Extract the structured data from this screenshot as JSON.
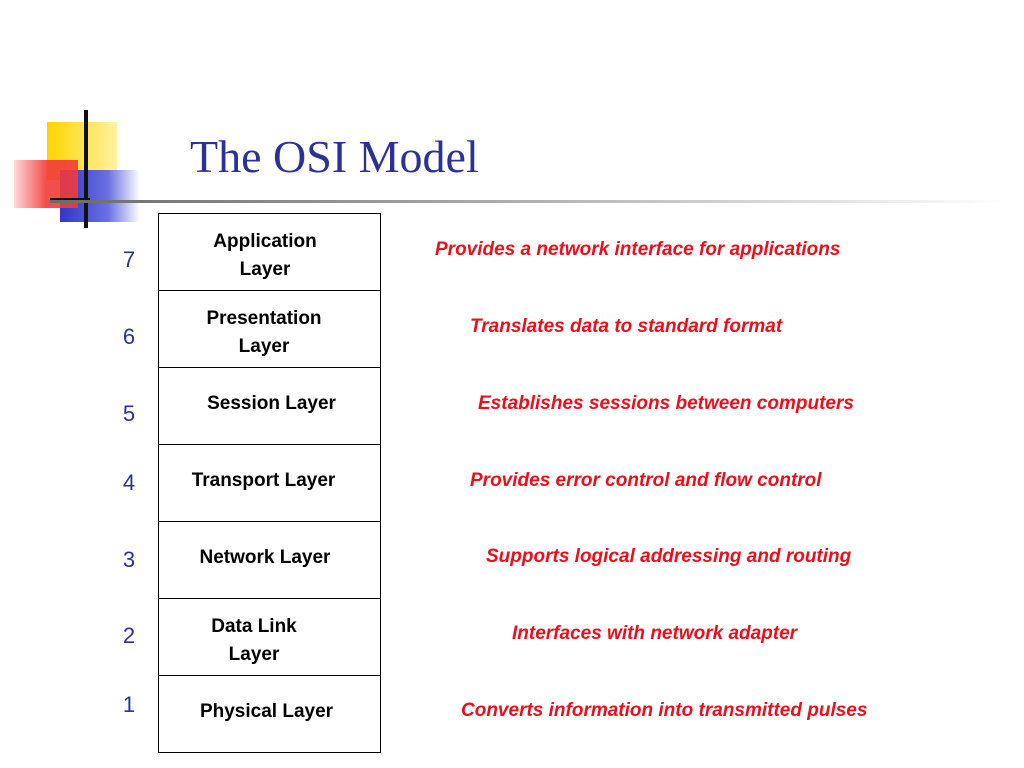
{
  "slide": {
    "title": "The OSI Model"
  },
  "colors": {
    "title": "#2b3196",
    "number": "#2b3196",
    "description": "#e8101c",
    "logo_yellow": "#ffd400",
    "logo_blue": "#2f35c8",
    "logo_red": "#f23a3a"
  },
  "layers": [
    {
      "number": "7",
      "name_line1": "Application",
      "name_line2": "Layer",
      "description": "Provides a network interface for applications"
    },
    {
      "number": "6",
      "name_line1": "Presentation",
      "name_line2": "Layer",
      "description": "Translates data to standard format"
    },
    {
      "number": "5",
      "name_line1": "Session Layer",
      "name_line2": "",
      "description": "Establishes sessions between computers"
    },
    {
      "number": "4",
      "name_line1": "Transport Layer",
      "name_line2": "",
      "description": "Provides error control and flow control"
    },
    {
      "number": "3",
      "name_line1": "Network Layer",
      "name_line2": "",
      "description": "Supports logical addressing and routing"
    },
    {
      "number": "2",
      "name_line1": "Data Link",
      "name_line2": "Layer",
      "description": "Interfaces with network adapter"
    },
    {
      "number": "1",
      "name_line1": "Physical Layer",
      "name_line2": "",
      "description": "Converts information into transmitted pulses"
    }
  ]
}
